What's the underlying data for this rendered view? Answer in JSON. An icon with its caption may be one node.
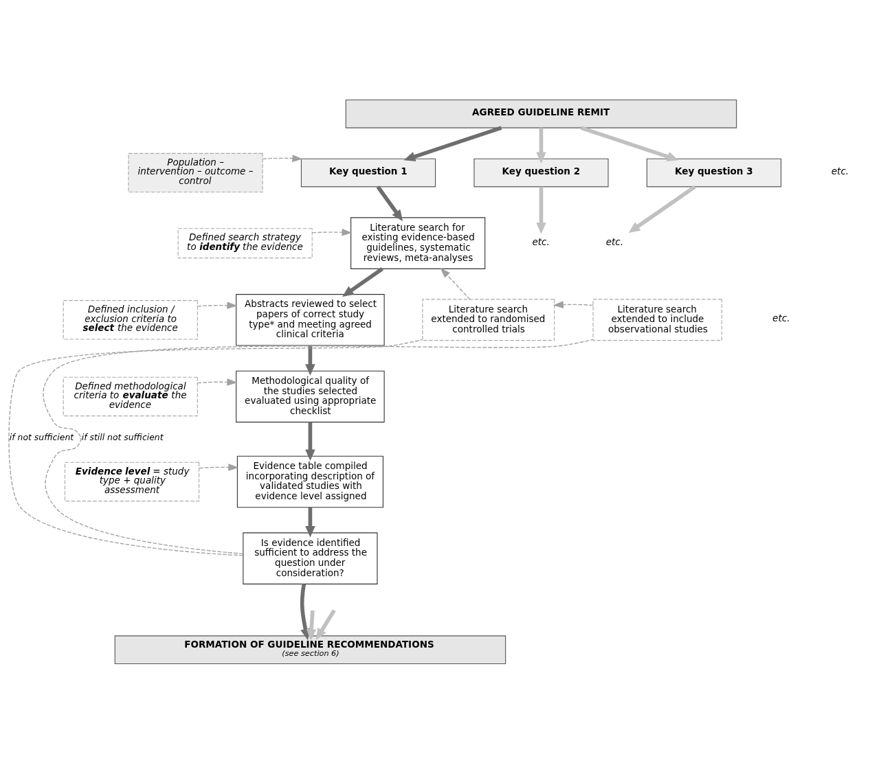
{
  "diagram": {
    "nodes": [
      {
        "text": [
          "AGREED GUIDELINE REMIT"
        ]
      },
      {
        "text": [
          "Population – intervention – outcome – control"
        ]
      },
      {
        "text": [
          "Key question 1"
        ]
      },
      {
        "text": [
          "Key question 2"
        ]
      },
      {
        "text": [
          "Key question 3"
        ]
      },
      {
        "text": [
          "Defined search strategy to **identify** the evidence"
        ]
      },
      {
        "text": [
          "Literature search for existing evidence-based guidelines, systematic reviews, meta-analyses"
        ]
      },
      {
        "text": [
          "etc."
        ]
      },
      {
        "text": [
          "etc."
        ]
      },
      {
        "text": [
          "Literature search extended to randomised controlled trials"
        ]
      },
      {
        "text": [
          "Literature search extended to include observational studies"
        ]
      },
      {
        "text": [
          "Defined inclusion / exclusion criteria to **select** the evidence"
        ]
      },
      {
        "text": [
          "Abstracts reviewed to select papers of correct study type* and meeting agreed clinical criteria"
        ]
      },
      {
        "text": [
          "Defined methodological criteria to **evaluate** the evidence"
        ]
      },
      {
        "text": [
          "Methodological quality of the studies selected evaluated using appropriate checklist"
        ]
      },
      {
        "text": [
          "**Evidence level** = study type + quality assessment"
        ]
      },
      {
        "text": [
          "Evidence table compiled incorporating description of validated studies with evidence level assigned"
        ]
      },
      {
        "text": [
          "Is evidence identified sufficient to address the question under consideration?"
        ]
      },
      {
        "text": [
          "FORMATION OF GUIDELINE RECOMMENDATIONS",
          "(see section 6)"
        ]
      }
    ],
    "edges": [
      {
        "from": 0,
        "to": 2,
        "arrow": "to"
      },
      {
        "from": 0,
        "to": 3,
        "arrow": "to",
        "color": "#c0c0c0"
      },
      {
        "from": 0,
        "to": 4,
        "arrow": "to",
        "color": "#c0c0c0"
      },
      {
        "from": 1,
        "to": 2,
        "arrow": "to",
        "style": "dashed",
        "color": "#a0a0a0"
      },
      {
        "from": 2,
        "to": 6,
        "arrow": "to"
      },
      {
        "from": 3,
        "to": 7,
        "arrow": "to",
        "color": "#c0c0c0"
      },
      {
        "from": 4,
        "to": 8,
        "arrow": "to",
        "color": "#c0c0c0"
      },
      {
        "from": 5,
        "to": 6,
        "arrow": "to",
        "style": "dashed",
        "color": "#a0a0a0"
      },
      {
        "from": 9,
        "to": 6,
        "arrow": "to",
        "style": "dashed",
        "color": "#a0a0a0"
      },
      {
        "from": 10,
        "to": 9,
        "arrow": "to",
        "style": "dashed",
        "color": "#a0a0a0"
      },
      {
        "from": 6,
        "to": 12,
        "arrow": "to"
      },
      {
        "from": 11,
        "to": 12,
        "arrow": "to",
        "style": "dashed",
        "color": "#a0a0a0"
      },
      {
        "from": 12,
        "to": 14,
        "arrow": "to"
      },
      {
        "from": 13,
        "to": 14,
        "arrow": "to",
        "style": "dashed",
        "color": "#a0a0a0"
      },
      {
        "from": 14,
        "to": 16,
        "arrow": "to"
      },
      {
        "from": 15,
        "to": 16,
        "arrow": "to",
        "style": "dashed",
        "color": "#a0a0a0"
      },
      {
        "from": 16,
        "to": 17,
        "arrow": "to"
      },
      {
        "from": 17,
        "to": 9,
        "arrow": "none",
        "label": "if not sufficient",
        "style": "dashed",
        "color": "#a0a0a0"
      },
      {
        "from": 17,
        "to": 10,
        "arrow": "none",
        "label": "if still not sufficient",
        "style": "dashed",
        "color": "#a0a0a0"
      },
      {
        "from": 17,
        "to": 18,
        "arrow": "to"
      },
      {
        "from": null,
        "to": 18,
        "arrow": "to",
        "color": "#c0c0c0"
      },
      {
        "from": null,
        "to": 18,
        "arrow": "to",
        "color": "#c0c0c0"
      }
    ],
    "labels": [
      "etc.",
      "etc."
    ]
  }
}
